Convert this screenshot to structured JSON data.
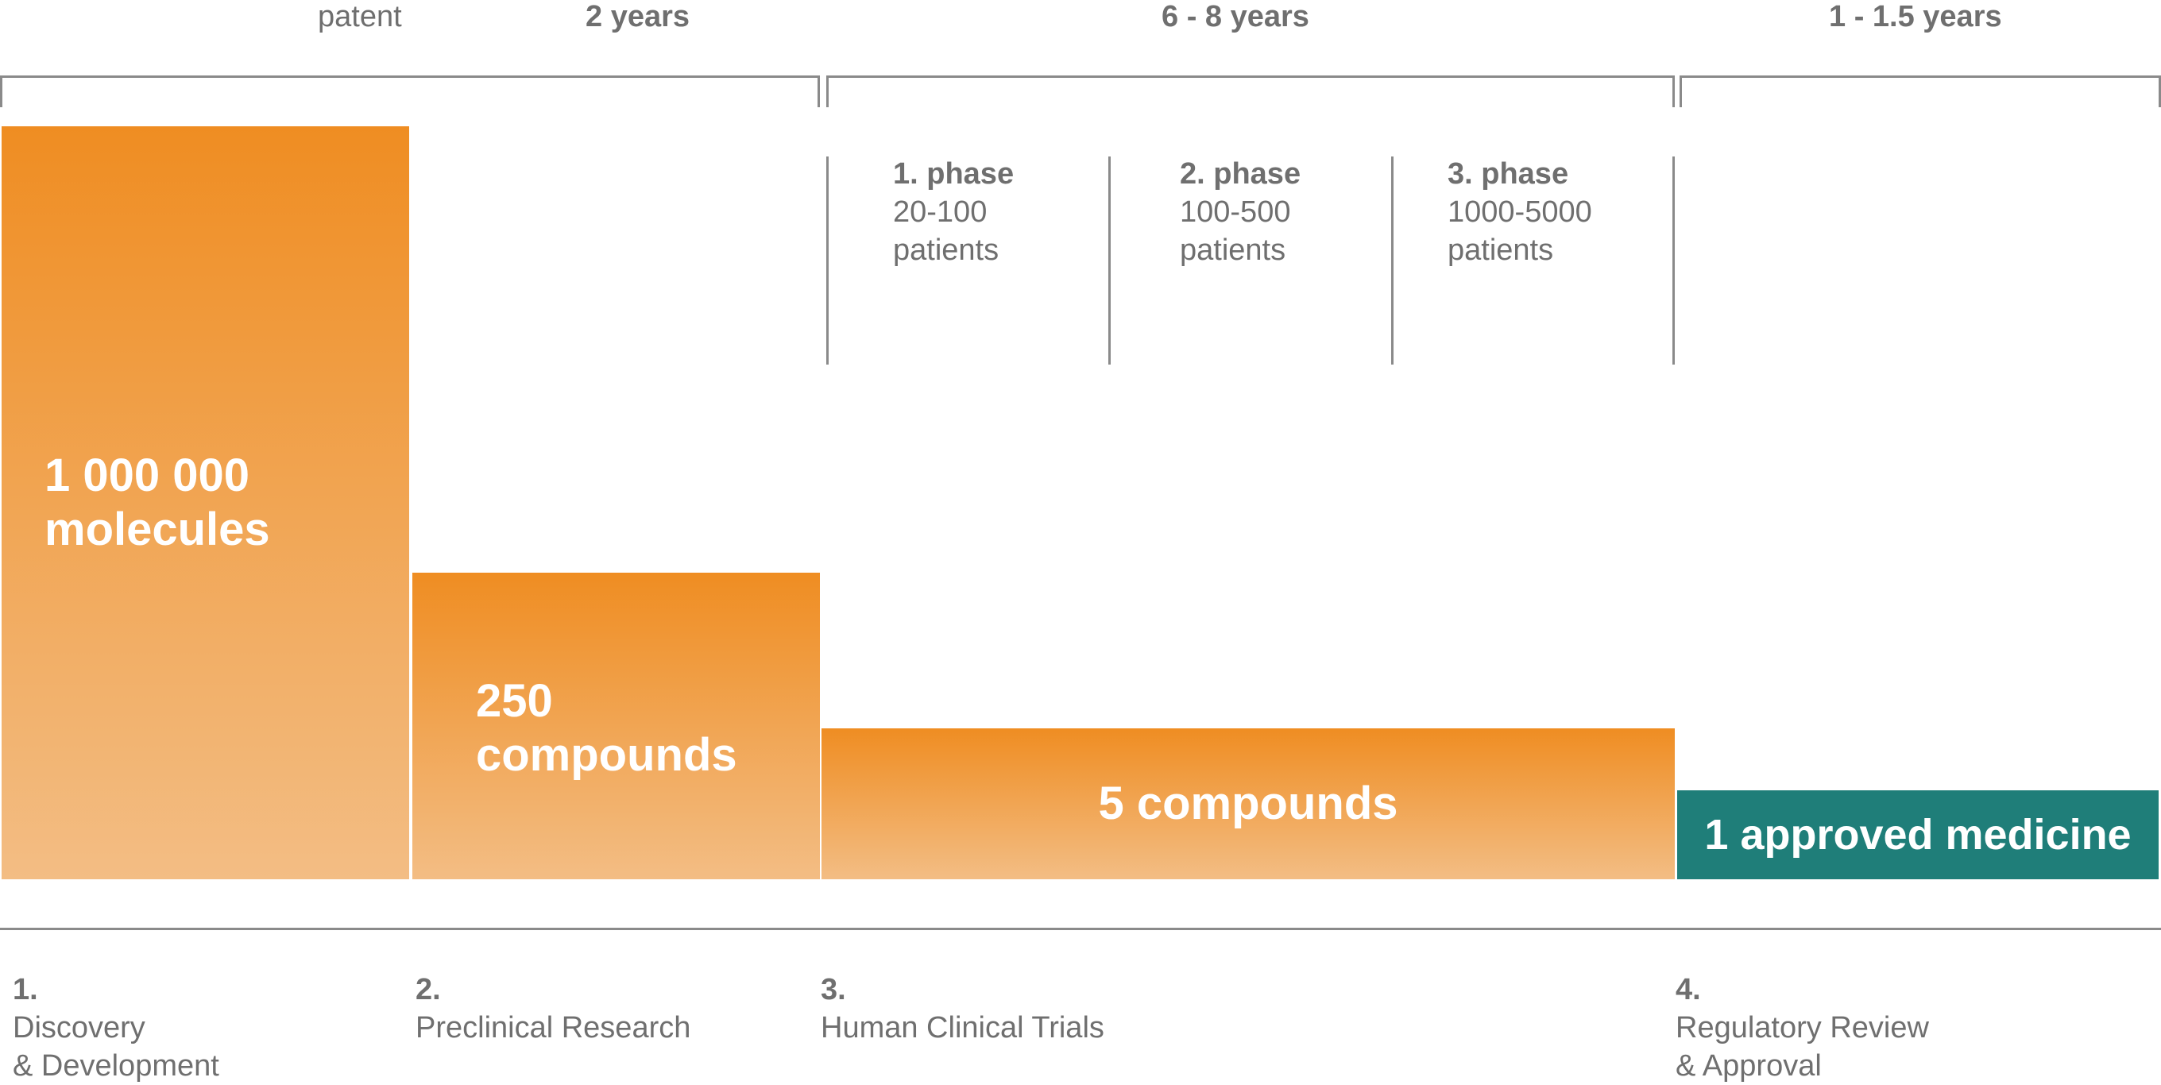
{
  "durations": {
    "patent": "patent",
    "preclinical": "2 years",
    "clinical": "6 - 8 years",
    "regulatory": "1 - 1.5 years"
  },
  "phases": [
    {
      "title": "1. phase",
      "line1": "20-100",
      "line2": "patients"
    },
    {
      "title": "2. phase",
      "line1": "100-500",
      "line2": "patients"
    },
    {
      "title": "3. phase",
      "line1": "1000-5000",
      "line2": "patients"
    }
  ],
  "bars": [
    {
      "line1": "1 000 000",
      "line2": "molecules"
    },
    {
      "line1": "250",
      "line2": "compounds"
    },
    {
      "line1": "5 compounds"
    },
    {
      "line1": "1 approved medicine"
    }
  ],
  "stages": [
    {
      "num": "1.",
      "line1": "Discovery",
      "line2": "& Development"
    },
    {
      "num": "2.",
      "line1": "Preclinical Research"
    },
    {
      "num": "3.",
      "line1": "Human Clinical Trials"
    },
    {
      "num": "4.",
      "line1": "Regulatory Review",
      "line2": "& Approval"
    }
  ],
  "colors": {
    "orange_top": "#ef8d22",
    "orange_bottom": "#f3bd84",
    "teal": "#1f7e79",
    "text_gray": "#6f6f6f",
    "line_gray": "#8a8a8a"
  }
}
